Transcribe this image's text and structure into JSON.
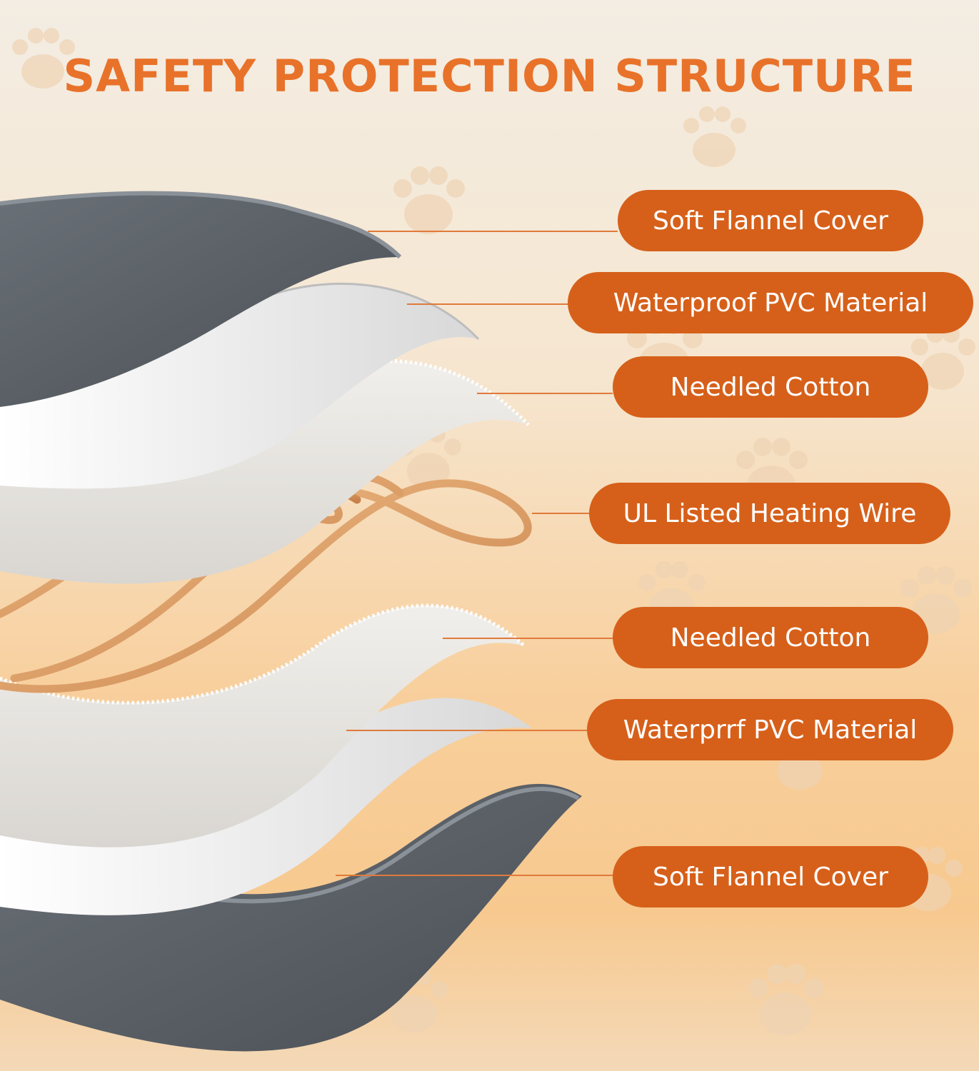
{
  "title": "SAFETY PROTECTION STRUCTURE",
  "layers": [
    {
      "label": "Soft Flannel Cover",
      "icon": "flannel-layer"
    },
    {
      "label": "Waterproof PVC Material",
      "icon": "pvc-layer"
    },
    {
      "label": "Needled Cotton",
      "icon": "cotton-layer"
    },
    {
      "label": "UL Listed Heating Wire",
      "icon": "heating-wire"
    },
    {
      "label": "Needled Cotton",
      "icon": "cotton-layer"
    },
    {
      "label": "Waterprrf PVC Material",
      "icon": "pvc-layer"
    },
    {
      "label": "Soft Flannel Cover",
      "icon": "flannel-layer"
    }
  ],
  "colors": {
    "accent": "#d6601a",
    "title": "#e8722a",
    "flannel": "#70767d",
    "cotton": "#e6e3de",
    "pvc": "#ffffff",
    "wire": "#e0a062"
  }
}
